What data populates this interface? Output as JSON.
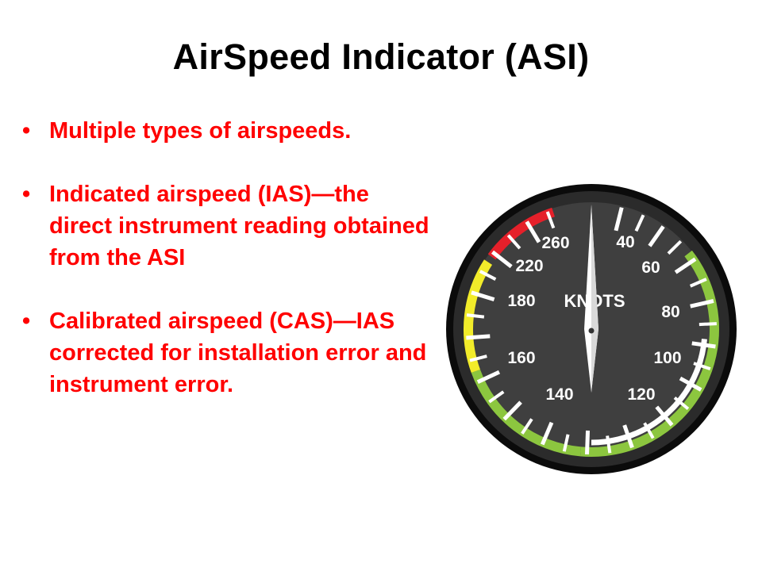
{
  "slide": {
    "title": "AirSpeed Indicator (ASI)",
    "text_color": "#ff0000",
    "bullet_char": "•",
    "bullets": [
      {
        "text": "Multiple types of airspeeds."
      },
      {
        "text": "Indicated airspeed (IAS)—the direct instrument reading obtained from the ASI"
      },
      {
        "text": "Calibrated airspeed (CAS)—IAS corrected for installation error and instrument error."
      }
    ]
  },
  "gauge": {
    "unit_label": "KNOTS",
    "scale_labels": [
      "40",
      "60",
      "80",
      "100",
      "120",
      "140",
      "160",
      "180",
      "220",
      "260"
    ],
    "colors": {
      "bezel": "#0b0b0b",
      "face": "#3f3f3f",
      "tick": "#ffffff",
      "green_arc": "#8cc63f",
      "white_arc": "#ffffff",
      "yellow_arc": "#f2ec2a",
      "red_arc": "#e5202a",
      "needle": "#ffffff"
    },
    "needle_reading": "top"
  }
}
